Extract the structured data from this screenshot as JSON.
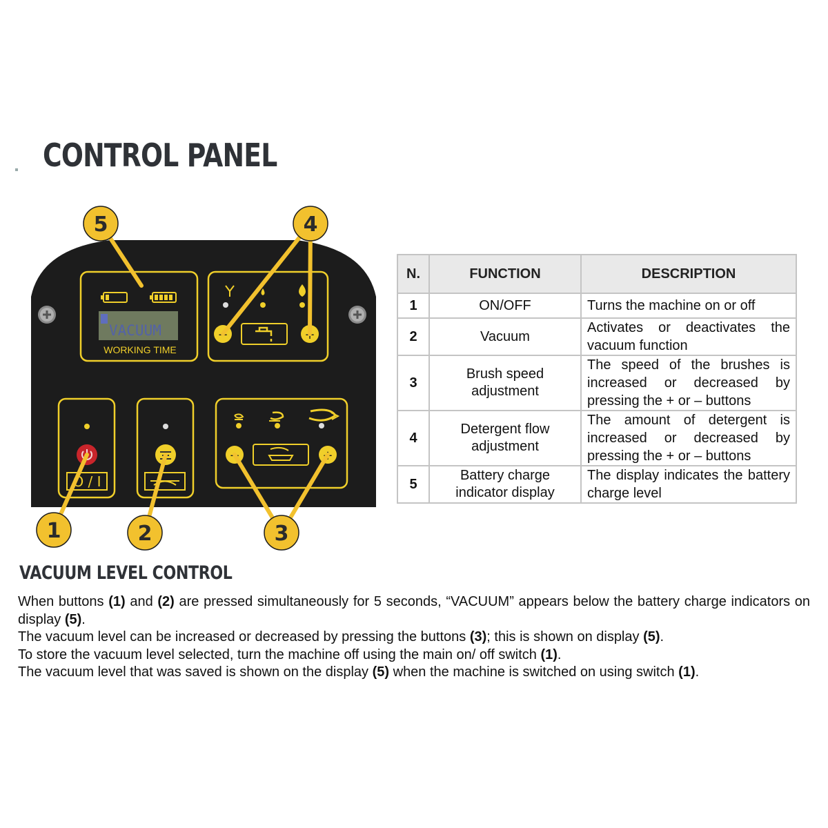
{
  "page": {
    "title": "CONTROL PANEL",
    "subtitle": "VACUUM LEVEL CONTROL"
  },
  "panel": {
    "display": {
      "text": "VACUUM",
      "label": "WORKING TIME"
    },
    "callouts": [
      "1",
      "2",
      "3",
      "4",
      "5"
    ],
    "button_labels": {
      "minus": "−",
      "plus": "+",
      "on_off": "O / I"
    },
    "colors": {
      "panel": "#1c1c1c",
      "accent": "#f0cf2a",
      "callout": "#f2c12e",
      "lcd": "#6f7a5f",
      "power": "#c9252b"
    }
  },
  "table": {
    "headers": [
      "N.",
      "FUNCTION",
      "DESCRIPTION"
    ],
    "rows": [
      {
        "n": "1",
        "function": "ON/OFF",
        "description": "Turns the machine on or off"
      },
      {
        "n": "2",
        "function": "Vacuum",
        "description": "Activates or deactivates the vacuum function"
      },
      {
        "n": "3",
        "function": "Brush speed adjustment",
        "description": "The speed of the brushes is increased or decreased by pressing the + or – buttons"
      },
      {
        "n": "4",
        "function": "Detergent flow adjustment",
        "description": "The amount of detergent is increased or decreased by pressing the + or – buttons"
      },
      {
        "n": "5",
        "function": "Battery charge indicator display",
        "description": "The display indicates the battery charge level"
      }
    ]
  },
  "paragraphs": {
    "p1_a": "When buttons ",
    "p1_b": "(1)",
    "p1_c": " and ",
    "p1_d": "(2)",
    "p1_e": " are pressed simultaneously for 5 seconds, “VACUUM” appears below the battery charge indicators on display ",
    "p1_f": "(5)",
    "p1_g": ".",
    "p2_a": "The vacuum level can be increased or decreased by pressing the buttons ",
    "p2_b": "(3)",
    "p2_c": "; this is shown on display ",
    "p2_d": "(5)",
    "p2_e": ".",
    "p3_a": "To store the vacuum level selected, turn the machine off using the main on/ off switch ",
    "p3_b": "(1)",
    "p3_c": ".",
    "p4_a": "The vacuum level that was saved is shown on the display ",
    "p4_b": "(5)",
    "p4_c": " when the machine is switched on using switch ",
    "p4_d": "(1)",
    "p4_e": "."
  }
}
